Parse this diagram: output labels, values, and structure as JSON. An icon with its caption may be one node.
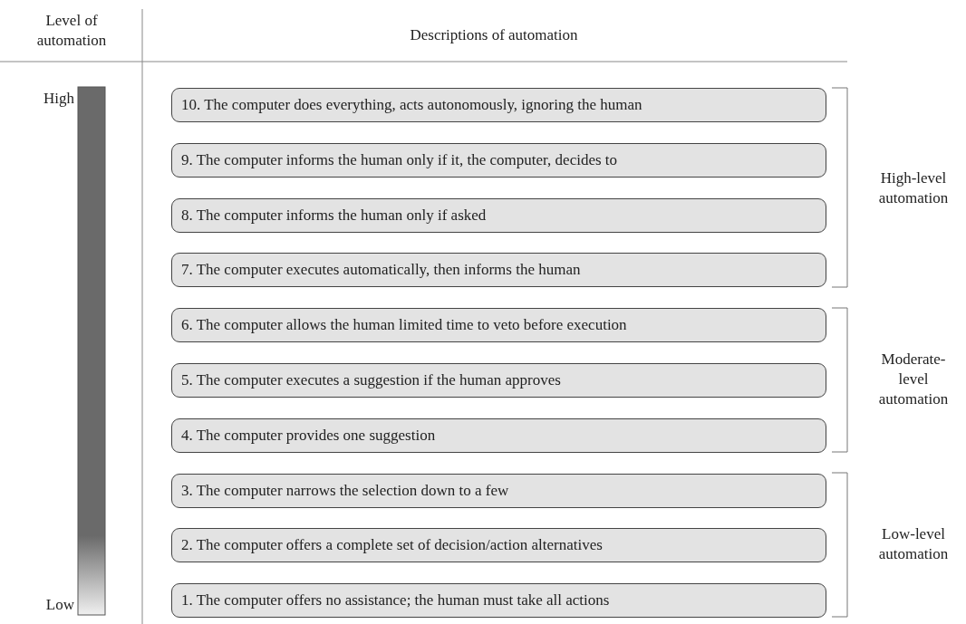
{
  "diagram": {
    "nodes": [
      {
        "text": [
          "10. The computer does everything, acts autonomously, ignoring the human"
        ]
      },
      {
        "text": [
          "9. The computer informs the human only if it, the computer, decides to"
        ]
      },
      {
        "text": [
          "8. The computer informs the human only if asked"
        ]
      },
      {
        "text": [
          "7. The computer executes automatically, then informs the human"
        ]
      },
      {
        "text": [
          "6. The computer allows the human limited time to veto before execution"
        ]
      },
      {
        "text": [
          "5. The computer executes a suggestion if the human approves"
        ]
      },
      {
        "text": [
          "4. The computer provides one suggestion"
        ]
      },
      {
        "text": [
          "3. The computer narrows the selection down to a few"
        ]
      },
      {
        "text": [
          "2. The computer offers a complete set of decision/action alternatives"
        ]
      },
      {
        "text": [
          "1. The computer offers no assistance; the human must take all actions"
        ]
      },
      {
        "text": [],
        "shape": "bar"
      }
    ],
    "labels": [
      "Level of automation",
      "Descriptions of automation",
      "High",
      "High-level automation",
      "Moderate-level automation",
      "Low-level automation",
      "Low"
    ]
  }
}
